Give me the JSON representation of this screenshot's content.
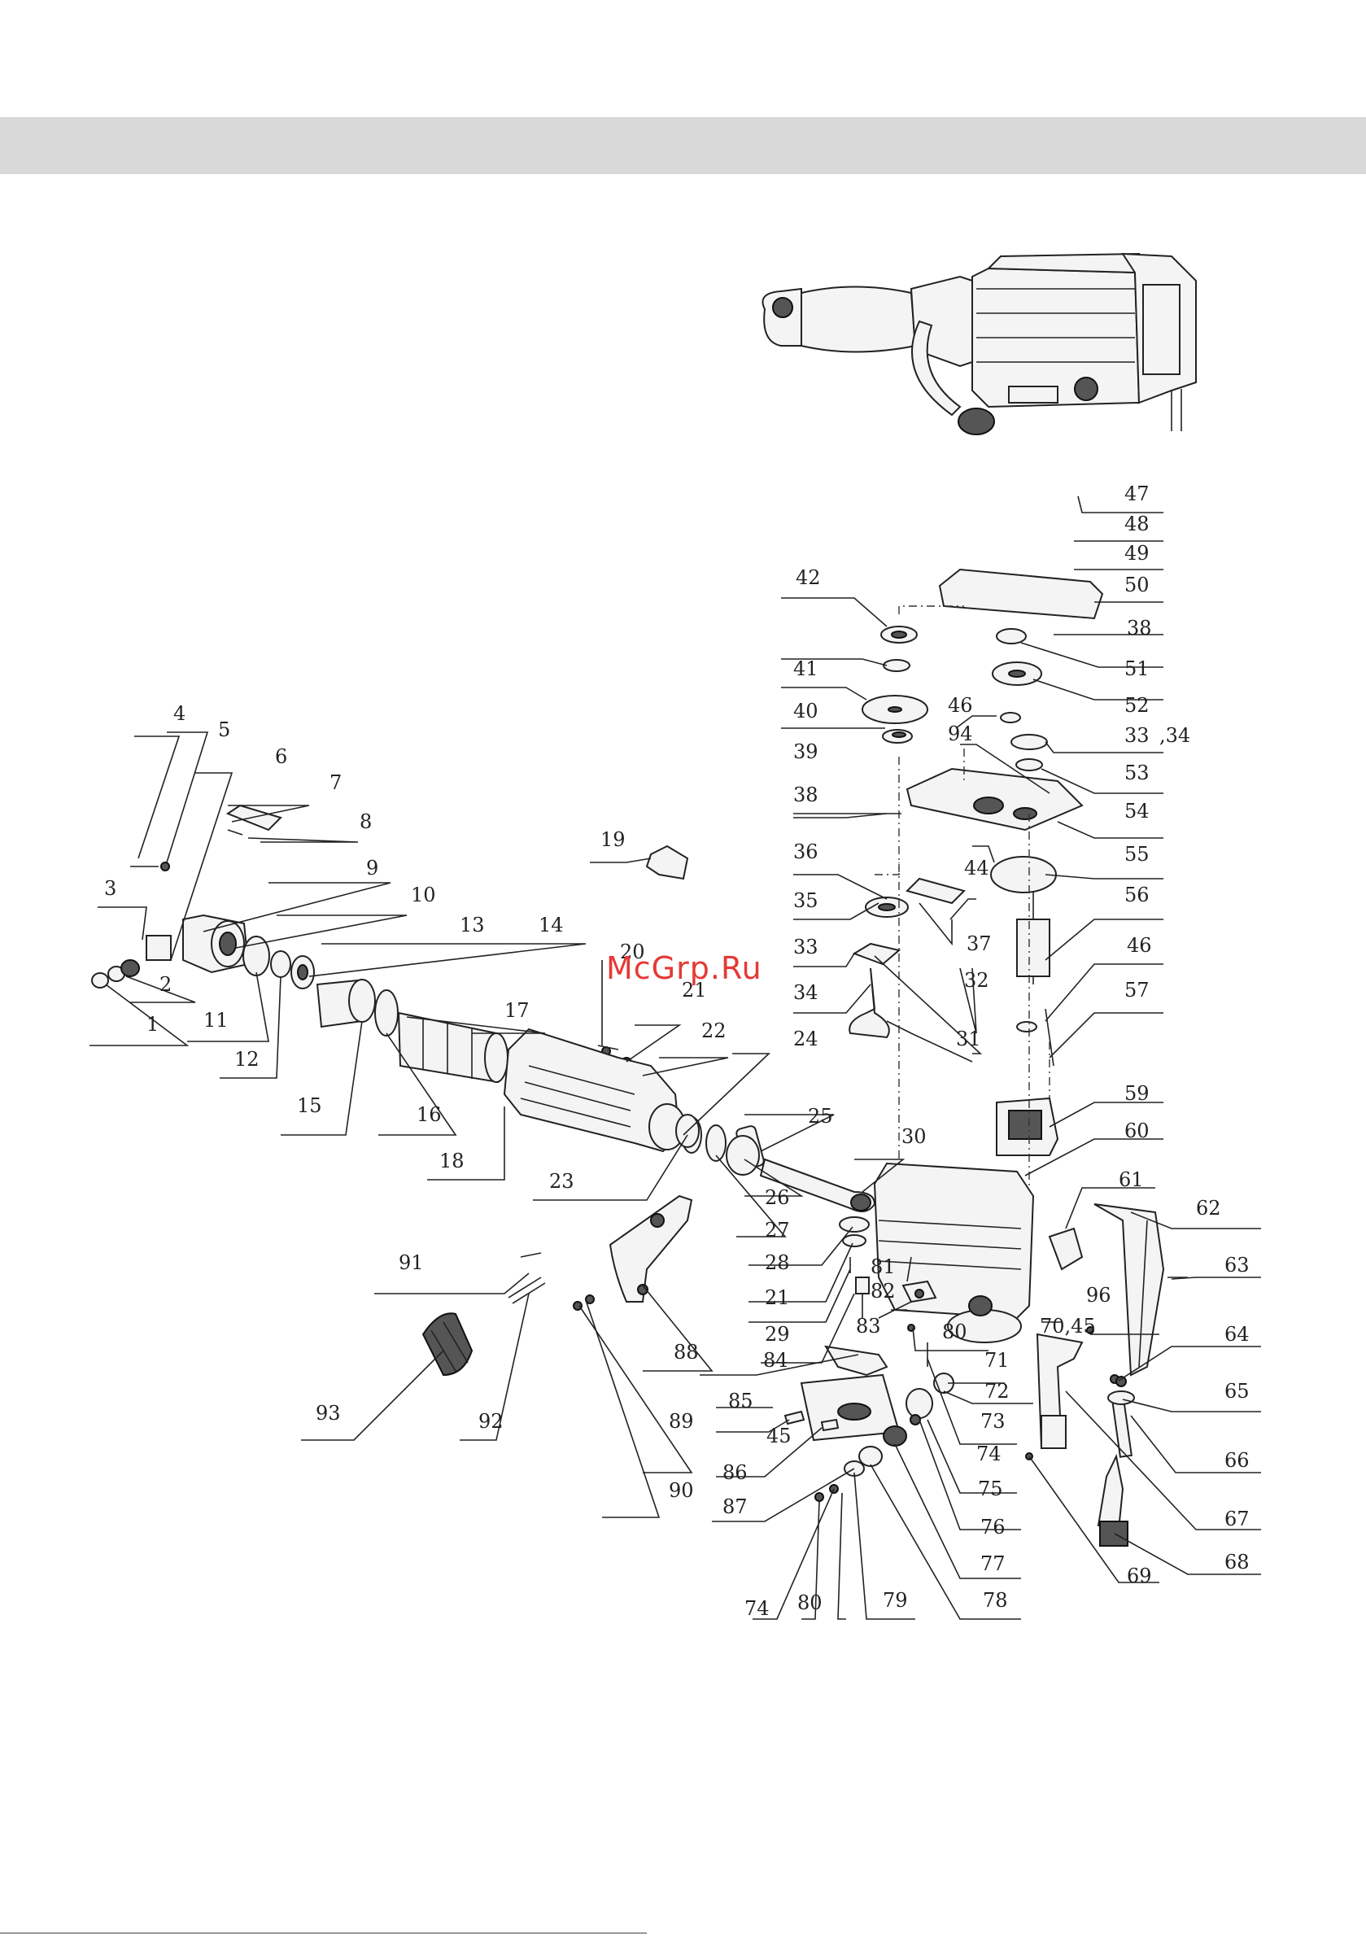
{
  "watermark": "McGrp.Ru",
  "labels": {
    "l1": "1",
    "l2": "2",
    "l3": "3",
    "l4": "4",
    "l5": "5",
    "l6": "6",
    "l7": "7",
    "l8": "8",
    "l9": "9",
    "l10": "10",
    "l11": "11",
    "l12": "12",
    "l13": "13",
    "l14": "14",
    "l15": "15",
    "l16": "16",
    "l17": "17",
    "l18": "18",
    "l19": "19",
    "l20": "20",
    "l21": "21",
    "l21b": "21",
    "l22": "22",
    "l23": "23",
    "l24": "24",
    "l25": "25",
    "l26": "26",
    "l27": "27",
    "l28": "28",
    "l29": "29",
    "l30": "30",
    "l31": "31",
    "l32": "32",
    "l33": "33",
    "l33b": "33",
    "l34": "34",
    "l3434": ",34",
    "l35": "35",
    "l36": "36",
    "l37": "37",
    "l38": "38",
    "l38b": "38",
    "l39": "39",
    "l40": "40",
    "l41": "41",
    "l42": "42",
    "l44": "44",
    "l45": "45",
    "l46": "46",
    "l46b": "46",
    "l47": "47",
    "l48": "48",
    "l49": "49",
    "l50": "50",
    "l51": "51",
    "l52": "52",
    "l53": "53",
    "l54": "54",
    "l55": "55",
    "l56": "56",
    "l57": "57",
    "l59": "59",
    "l60": "60",
    "l61": "61",
    "l62": "62",
    "l63": "63",
    "l64": "64",
    "l65": "65",
    "l66": "66",
    "l67": "67",
    "l68": "68",
    "l69": "69",
    "l7045": "70,45",
    "l71": "71",
    "l72": "72",
    "l73": "73",
    "l74": "74",
    "l74b": "74",
    "l75": "75",
    "l76": "76",
    "l77": "77",
    "l78": "78",
    "l79": "79",
    "l80": "80",
    "l80b": "80",
    "l81": "81",
    "l82": "82",
    "l83": "83",
    "l84": "84",
    "l85": "85",
    "l86": "86",
    "l87": "87",
    "l88": "88",
    "l89": "89",
    "l90": "90",
    "l91": "91",
    "l92": "92",
    "l93": "93",
    "l94": "94",
    "l96": "96"
  }
}
